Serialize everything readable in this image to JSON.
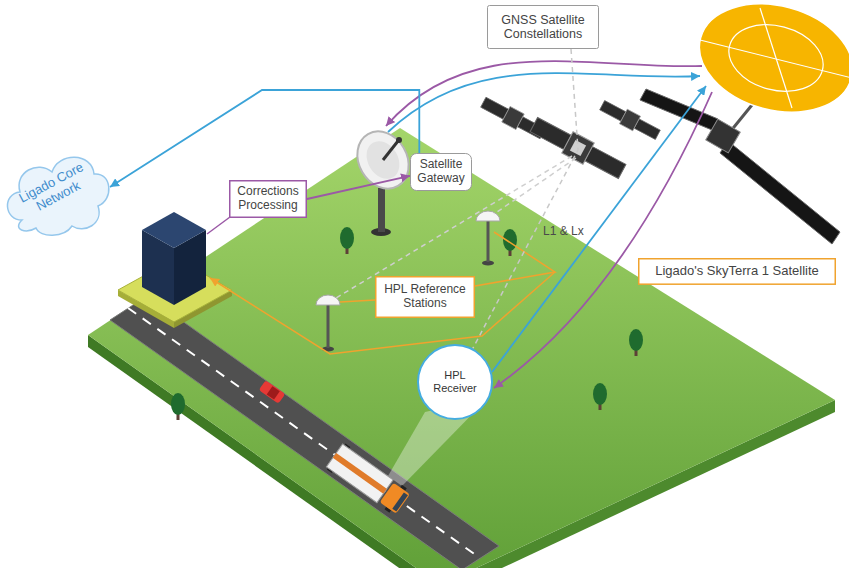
{
  "diagram": {
    "nodes": [
      {
        "text": [
          "Ligado Core Network"
        ]
      },
      {
        "text": [
          "Corrections Processing"
        ]
      },
      {
        "text": [
          "Satellite Gateway"
        ]
      },
      {
        "text": [
          "GNSS Satellite Constellations"
        ]
      },
      {
        "text": [
          "HPL Reference Stations"
        ]
      },
      {
        "text": [
          "HPL Receiver"
        ]
      },
      {
        "text": [
          "Ligado's SkyTerra 1 Satellite"
        ]
      }
    ],
    "edges": [
      {
        "from": 2,
        "to": 0,
        "arrow": "to"
      },
      {
        "from": 1,
        "to": 2,
        "arrow": "to"
      },
      {
        "from": 3,
        "to": 5,
        "label": "L1 & Lx",
        "arrow": "none"
      }
    ]
  }
}
